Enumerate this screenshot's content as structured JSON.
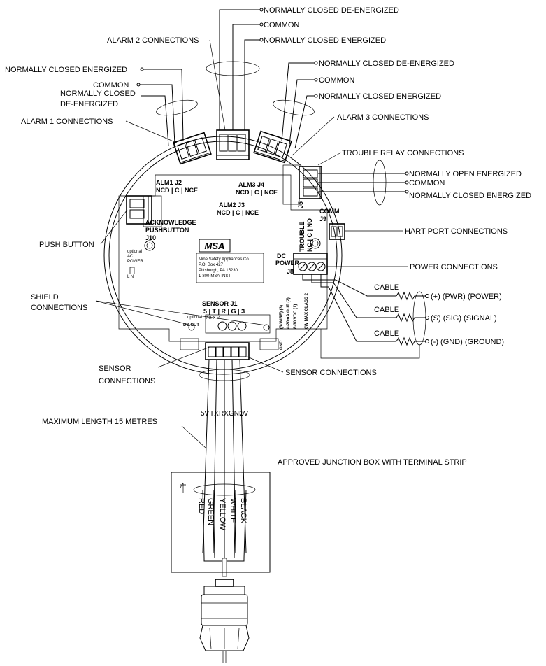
{
  "labels": {
    "top_nc_deenergized": "NORMALLY CLOSED DE-ENERGIZED",
    "top_common": "COMMON",
    "top_nc_energized": "NORMALLY CLOSED ENERGIZED",
    "alarm2_connections": "ALARM 2 CONNECTIONS",
    "left_nc_energized": "NORMALLY CLOSED ENERGIZED",
    "left_common": "COMMON",
    "left_nc_deenergized_1": "NORMALLY CLOSED",
    "left_nc_deenergized_2": "DE-ENERGIZED",
    "right_nc_deenergized": "NORMALLY CLOSED DE-ENERGIZED",
    "right_common": "COMMON",
    "right_nc_energized": "NORMALLY CLOSED ENERGIZED",
    "alarm1_connections": "ALARM 1 CONNECTIONS",
    "alarm3_connections": "ALARM 3 CONNECTIONS",
    "trouble_relay_connections": "TROUBLE RELAY CONNECTIONS",
    "trouble_no_energized": "NORMALLY OPEN ENERGIZED",
    "trouble_common": "COMMON",
    "trouble_nc_energized": "NORMALLY CLOSED ENERGIZED",
    "push_button": "PUSH BUTTON",
    "hart_port_connections": "HART PORT CONNECTIONS",
    "power_connections": "POWER CONNECTIONS",
    "cable_1": "CABLE",
    "cable_2": "CABLE",
    "cable_3": "CABLE",
    "power_pos": "(+) (PWR) (POWER)",
    "power_sig": "(S) (SIG) (SIGNAL)",
    "power_gnd": "(-) (GND) (GROUND)",
    "shield_connections_1": "SHIELD",
    "shield_connections_2": "CONNECTIONS",
    "sensor_connections_left_1": "SENSOR",
    "sensor_connections_left_2": "CONNECTIONS",
    "sensor_connections_right": "SENSOR CONNECTIONS",
    "max_length": "MAXIMUM LENGTH 15 METRES",
    "junction_box": "APPROVED JUNCTION BOX WITH TERMINAL STRIP"
  },
  "board": {
    "alm1_j2": "ALM1  J2",
    "alm1_pins": "NCD | C | NCE",
    "alm3_j4": "ALM3  J4",
    "alm3_pins": "NCD | C | NCE",
    "alm2_j3": "ALM2  J3",
    "alm2_pins": "NCD | C | NCE",
    "acknowledge": "ACKNOWLEDGE",
    "pushbutton": "PUSHBUTTON",
    "j10": "J10",
    "trouble": "TROUBLE",
    "j5": "J5",
    "trouble_pins": "NC | C | NO",
    "comm": "COMM",
    "j9": "J9",
    "dc_power": "DC",
    "dc_power_2": "POWER",
    "j8": "J8",
    "msa_logo": "MSA",
    "company_1": "Mine Safety Appliances Co.",
    "company_2": "P.O. Box 427",
    "company_3": "Pittsburgh, PA 15230",
    "company_4": "1-800-MSA-INST",
    "sensor_j1": "SENSOR  J1",
    "sensor_pins": "5 | T | R | G | 3",
    "sensor_pins_sub": "V   X   X       V",
    "wire_3": "(3-WIRE) (3)",
    "out_420": "4-20mA OUT (2)",
    "vdc": "8-30 VDC (1)",
    "gnd": "GND",
    "max_class": "6W MAX CLASS 2",
    "ac_power_1": "optional",
    "ac_power_2": "AC",
    "ac_power_3": "POWER",
    "ac_ln": "L    N",
    "dc_out_1": "optional",
    "dc_out_2": "DC OUT"
  },
  "wires_top": [
    "5V",
    "TX",
    "RX",
    "GND",
    "3V"
  ],
  "wires_junction": [
    "RED",
    "GREEN",
    "YELLOW",
    "WHITE",
    "BLACK"
  ]
}
